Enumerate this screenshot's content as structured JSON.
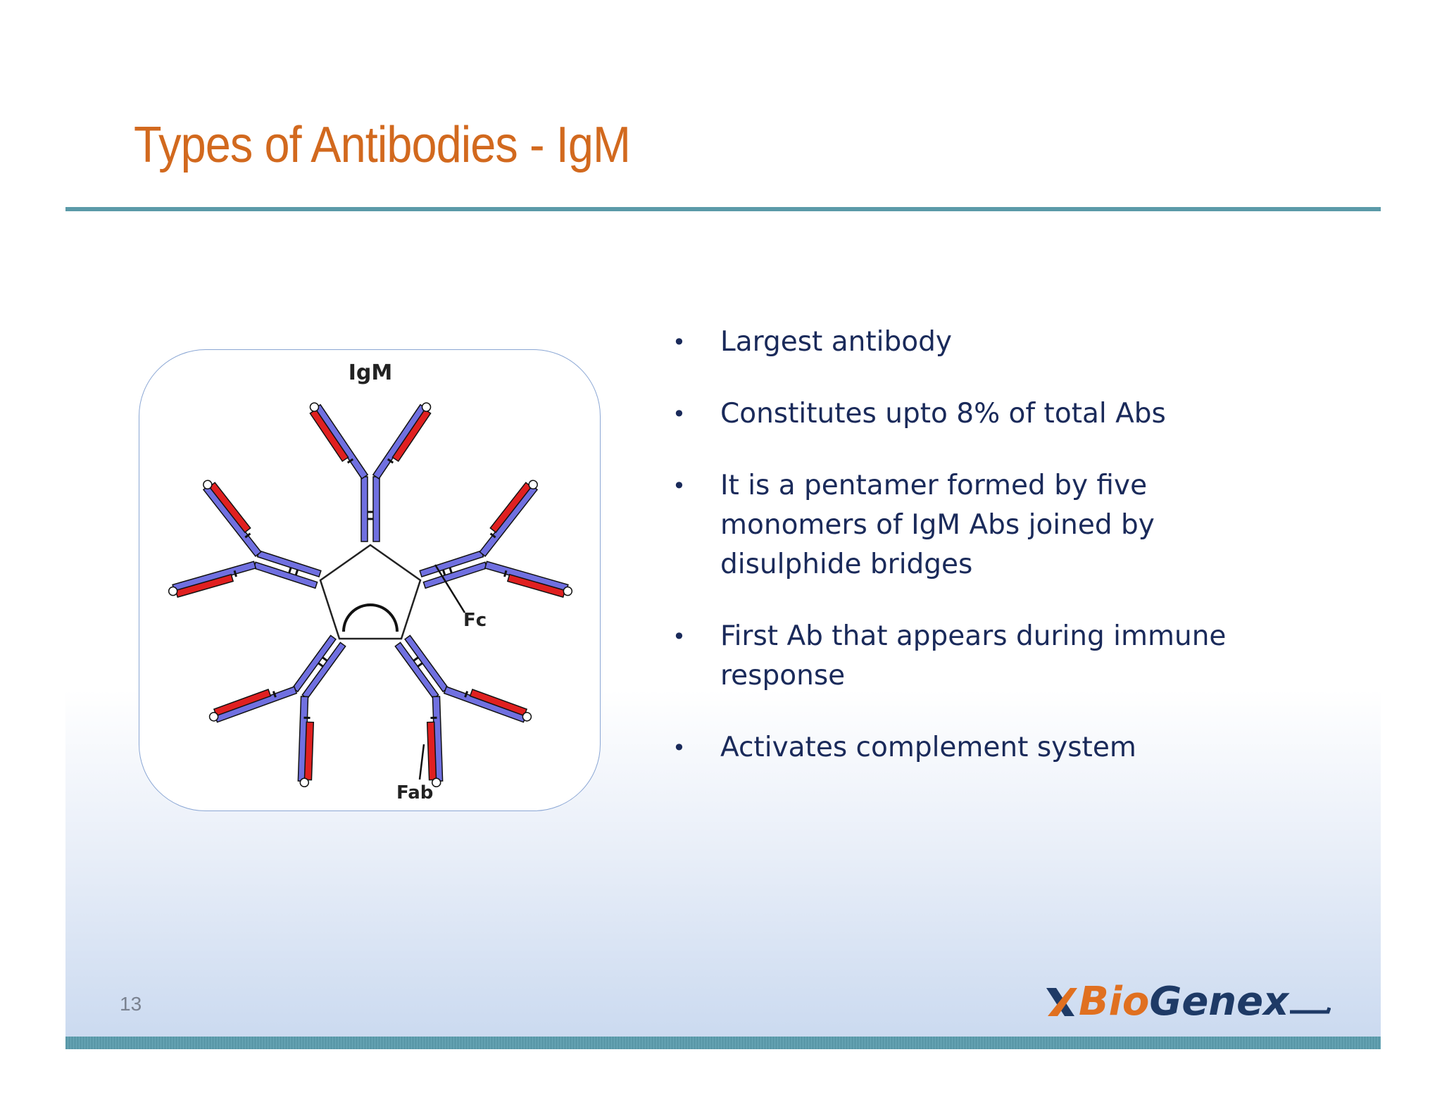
{
  "slide": {
    "title": "Types of Antibodies - IgM",
    "page_number": "13"
  },
  "figure": {
    "title": "IgM",
    "label_fc": "Fc",
    "label_fab": "Fab"
  },
  "bullets": [
    "Largest antibody",
    "Constitutes upto 8% of total Abs",
    "It is a pentamer formed by five monomers of IgM Abs joined by disulphide bridges",
    "First Ab that appears during immune response",
    "Activates complement system"
  ],
  "logo": {
    "part1": "Bio",
    "part2": "Genex",
    "icon": "x-logo-icon",
    "color_bio": "#e07020",
    "color_genex": "#1e3a66"
  },
  "colors": {
    "title": "#d2691e",
    "rule": "#5b9aa8",
    "heavy_chain": "#7070e0",
    "light_chain": "#e02020",
    "bullet_text": "#1a2a5a"
  }
}
